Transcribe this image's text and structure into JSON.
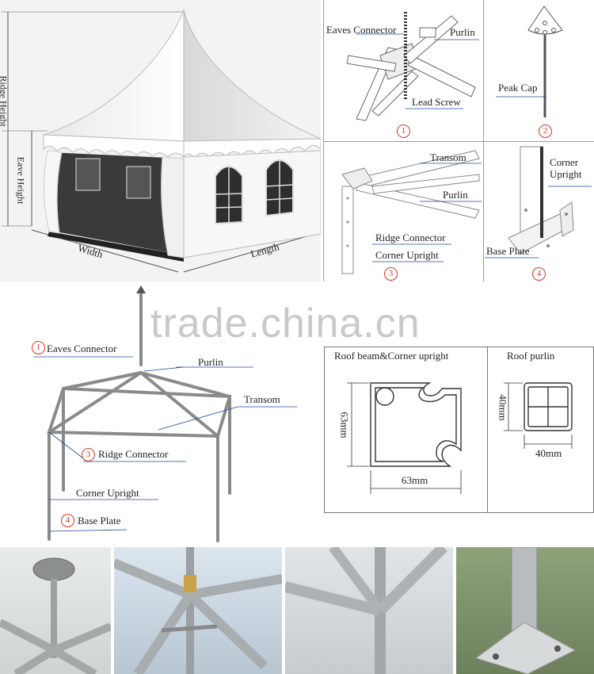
{
  "tent": {
    "ridge_height": "Ridge Height",
    "eave_height": "Eave Height",
    "width": "Width",
    "length": "Length"
  },
  "detail1": {
    "eaves_connector": "Eaves Connector",
    "purlin": "Purlin",
    "lead_screw": "Lead Screw",
    "num": "1"
  },
  "detail2": {
    "peak_cap": "Peak Cap",
    "num": "2"
  },
  "detail3": {
    "transom": "Transom",
    "purlin": "Purlin",
    "ridge_connector": "Ridge Connector",
    "corner_upright": "Corner Upright",
    "num": "3"
  },
  "detail4": {
    "corner_upright_1": "Corner",
    "corner_upright_2": "Upright",
    "base_plate": "Base Plate",
    "num": "4"
  },
  "watermark": "trade.china.cn",
  "frame": {
    "eaves_connector": "Eaves Connector",
    "eaves_num": "1",
    "purlin": "Purlin",
    "transom": "Transom",
    "ridge_connector": "Ridge Connector",
    "ridge_num": "3",
    "corner_upright": "Corner Upright",
    "base_plate": "Base Plate",
    "base_num": "4"
  },
  "profiles": {
    "beam_title": "Roof beam&Corner upright",
    "beam_h": "63mm",
    "beam_w": "63mm",
    "purlin_title": "Roof purlin",
    "purlin_h": "40mm",
    "purlin_w": "40mm"
  }
}
